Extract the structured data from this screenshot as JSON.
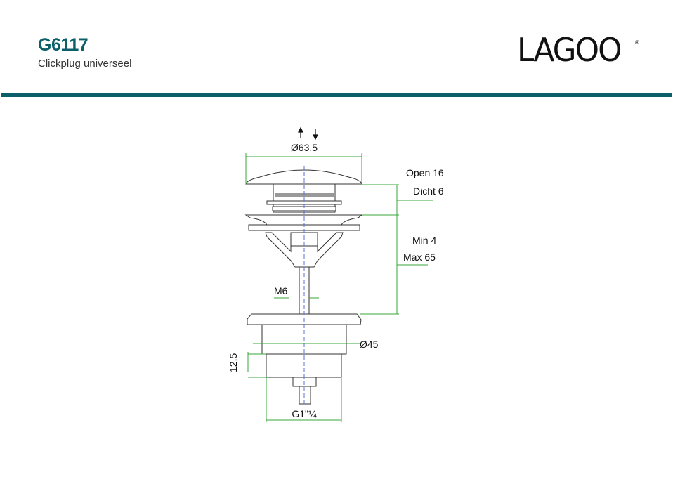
{
  "header": {
    "code": "G6117",
    "subtitle": "Clickplug universeel",
    "brand": "LAGOO"
  },
  "colors": {
    "accent": "#0b5f68",
    "dimension": "#3aa43a",
    "outline": "#333333",
    "centerline": "#5b6fd6"
  },
  "drawing": {
    "diameter_top": "Ø63,5",
    "open": "Open 16",
    "closed": "Dicht 6",
    "min": "Min 4",
    "max": "Max 65",
    "thread_rod": "M6",
    "diameter_body": "Ø45",
    "height_thread": "12,5",
    "thread": "G1\"¼"
  }
}
